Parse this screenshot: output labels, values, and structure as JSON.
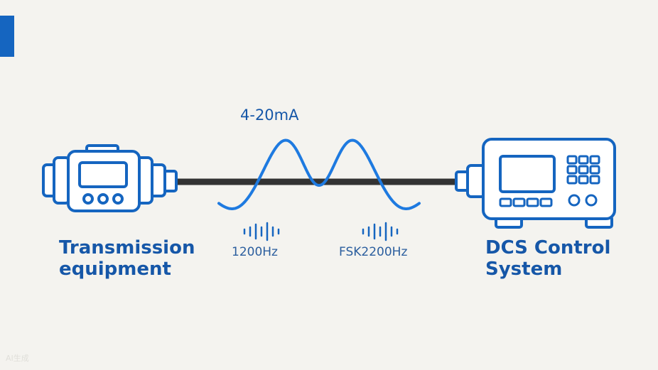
{
  "labels": {
    "signal": "4-20mA",
    "freq_low": "1200Hz",
    "freq_high": "FSK2200Hz",
    "device_left_line1": "Transmission",
    "device_left_line2": "equipment",
    "device_right_line1": "DCS Control",
    "device_right_line2": "System",
    "watermark": "AI生成"
  },
  "icons": {
    "left_device": "transmitter-icon",
    "right_device": "dcs-controller-icon",
    "sound_wave": "sound-wave-icon"
  },
  "colors": {
    "background": "#f4f3ef",
    "accent": "#1565c0",
    "cable": "#333333",
    "wave": "#1e7ae0",
    "text": "#1657a8"
  }
}
